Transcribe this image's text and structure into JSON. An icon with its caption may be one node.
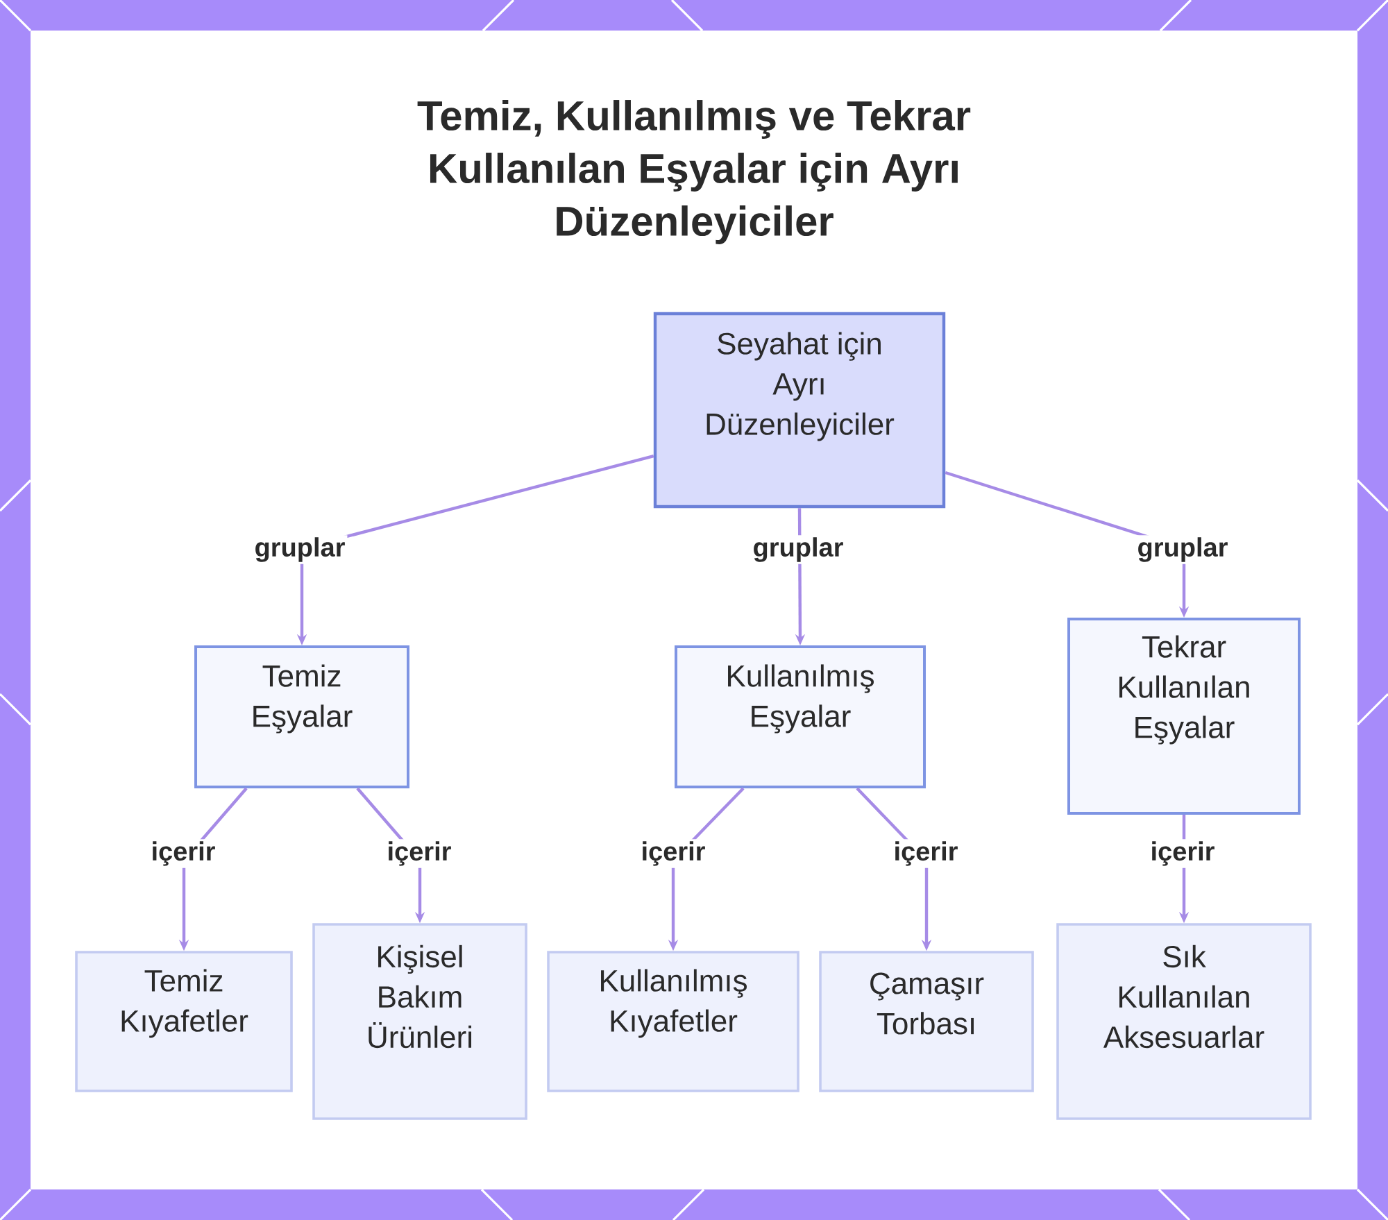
{
  "diagram": {
    "title": "Temiz, Kullanılmış ve Tekrar Kullanılan Eşyalar için Ayrı Düzenleyiciler",
    "nodes": [
      {
        "text": [
          "Seyahat için Ayrı Düzenleyiciler"
        ]
      },
      {
        "text": [
          "Temiz Eşyalar"
        ]
      },
      {
        "text": [
          "Kullanılmış Eşyalar"
        ]
      },
      {
        "text": [
          "Tekrar Kullanılan Eşyalar"
        ]
      },
      {
        "text": [
          "Temiz Kıyafetler"
        ]
      },
      {
        "text": [
          "Kişisel Bakım Ürünleri"
        ]
      },
      {
        "text": [
          "Kullanılmış Kıyafetler"
        ]
      },
      {
        "text": [
          "Çamaşır Torbası"
        ]
      },
      {
        "text": [
          "Sık Kullanılan Aksesuarlar"
        ]
      }
    ],
    "edges": [
      {
        "from": 0,
        "to": 1,
        "arrow": "to",
        "label": "gruplar"
      },
      {
        "from": 0,
        "to": 2,
        "arrow": "to",
        "label": "gruplar"
      },
      {
        "from": 0,
        "to": 3,
        "arrow": "to",
        "label": "gruplar"
      },
      {
        "from": 1,
        "to": 4,
        "arrow": "to",
        "label": "içerir"
      },
      {
        "from": 1,
        "to": 5,
        "arrow": "to",
        "label": "içerir"
      },
      {
        "from": 2,
        "to": 6,
        "arrow": "to",
        "label": "içerir"
      },
      {
        "from": 2,
        "to": 7,
        "arrow": "to",
        "label": "içerir"
      },
      {
        "from": 3,
        "to": 8,
        "arrow": "to",
        "label": "içerir"
      }
    ]
  }
}
